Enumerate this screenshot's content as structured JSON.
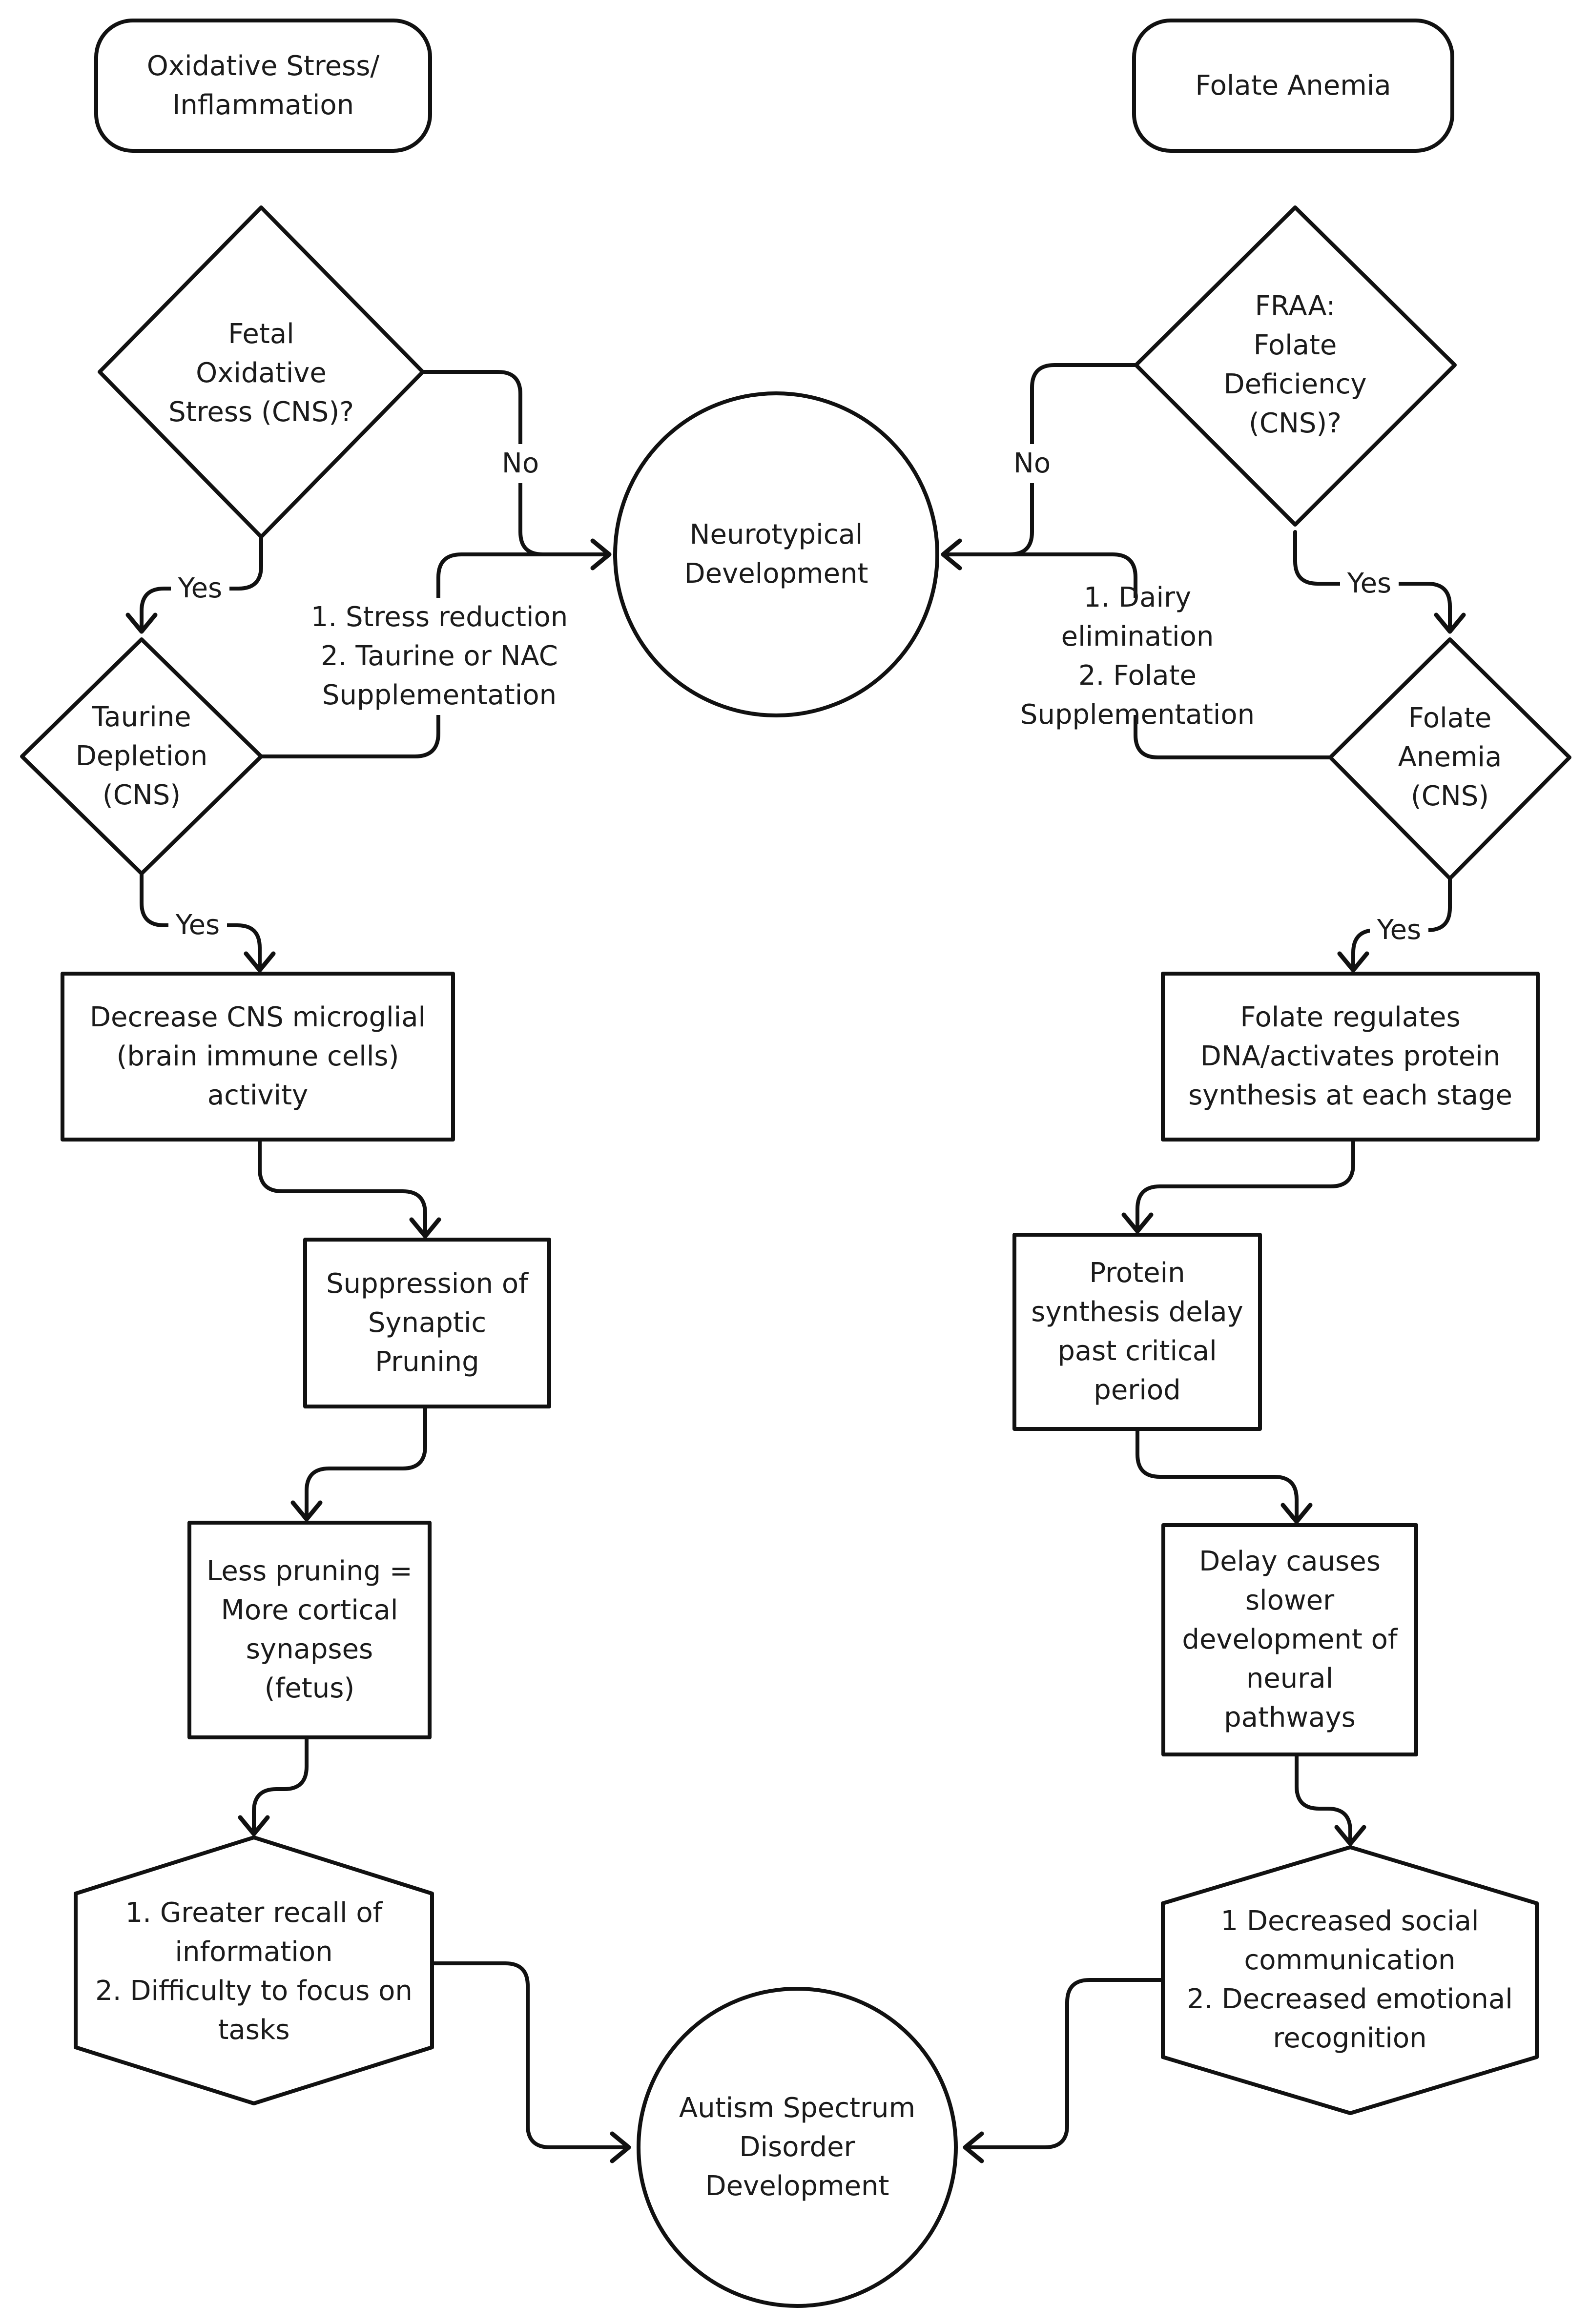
{
  "left_branch": {
    "title": "Oxidative Stress/\nInflammation",
    "q1": "Fetal\nOxidative\nStress (CNS)?",
    "q1_no": "No",
    "q1_yes": "Yes",
    "q2": "Taurine\nDepletion\n(CNS)",
    "q2_yes": "Yes",
    "intervention": "1. Stress reduction\n2. Taurine or NAC\nSupplementation",
    "step1": "Decrease CNS microglial\n(brain immune cells)\nactivity",
    "step2": "Suppression of\nSynaptic\nPruning",
    "step3": "Less pruning =\nMore cortical\nsynapses\n(fetus)",
    "outcome": "1. Greater recall of\ninformation\n2. Difficulty to focus on\ntasks"
  },
  "right_branch": {
    "title": "Folate Anemia",
    "q1": "FRAA:\nFolate\nDeficiency\n(CNS)?",
    "q1_no": "No",
    "q1_yes": "Yes",
    "q2": "Folate\nAnemia\n(CNS)",
    "q2_yes": "Yes",
    "intervention": "1. Dairy elimination\n2.  Folate\nSupplementation",
    "step1": "Folate regulates\nDNA/activates protein\nsynthesis at each stage",
    "step2": "Protein\nsynthesis delay\npast critical\nperiod",
    "step3": "Delay causes\nslower\ndevelopment of\nneural\npathways",
    "outcome": "1 Decreased social\ncommunication\n2. Decreased emotional\nrecognition"
  },
  "center": {
    "neurotypical": "Neurotypical\nDevelopment",
    "asd": "Autism Spectrum\nDisorder\nDevelopment"
  }
}
